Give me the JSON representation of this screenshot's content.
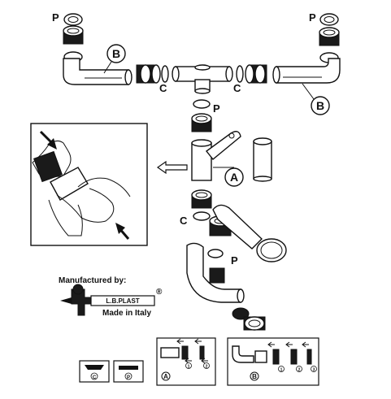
{
  "labels": {
    "p": "P",
    "b": "B",
    "c": "C",
    "a": "A"
  },
  "logo": {
    "manufactured_by": "Manufactured by:",
    "brand": "L.B.PLAST",
    "registered": "®",
    "made_in": "Made in Italy"
  },
  "legend": {
    "c_box": "C",
    "p_box": "P",
    "step_1": "1",
    "step_2": "2",
    "step_3": "3",
    "caption_a": "A",
    "caption_b": "B"
  }
}
